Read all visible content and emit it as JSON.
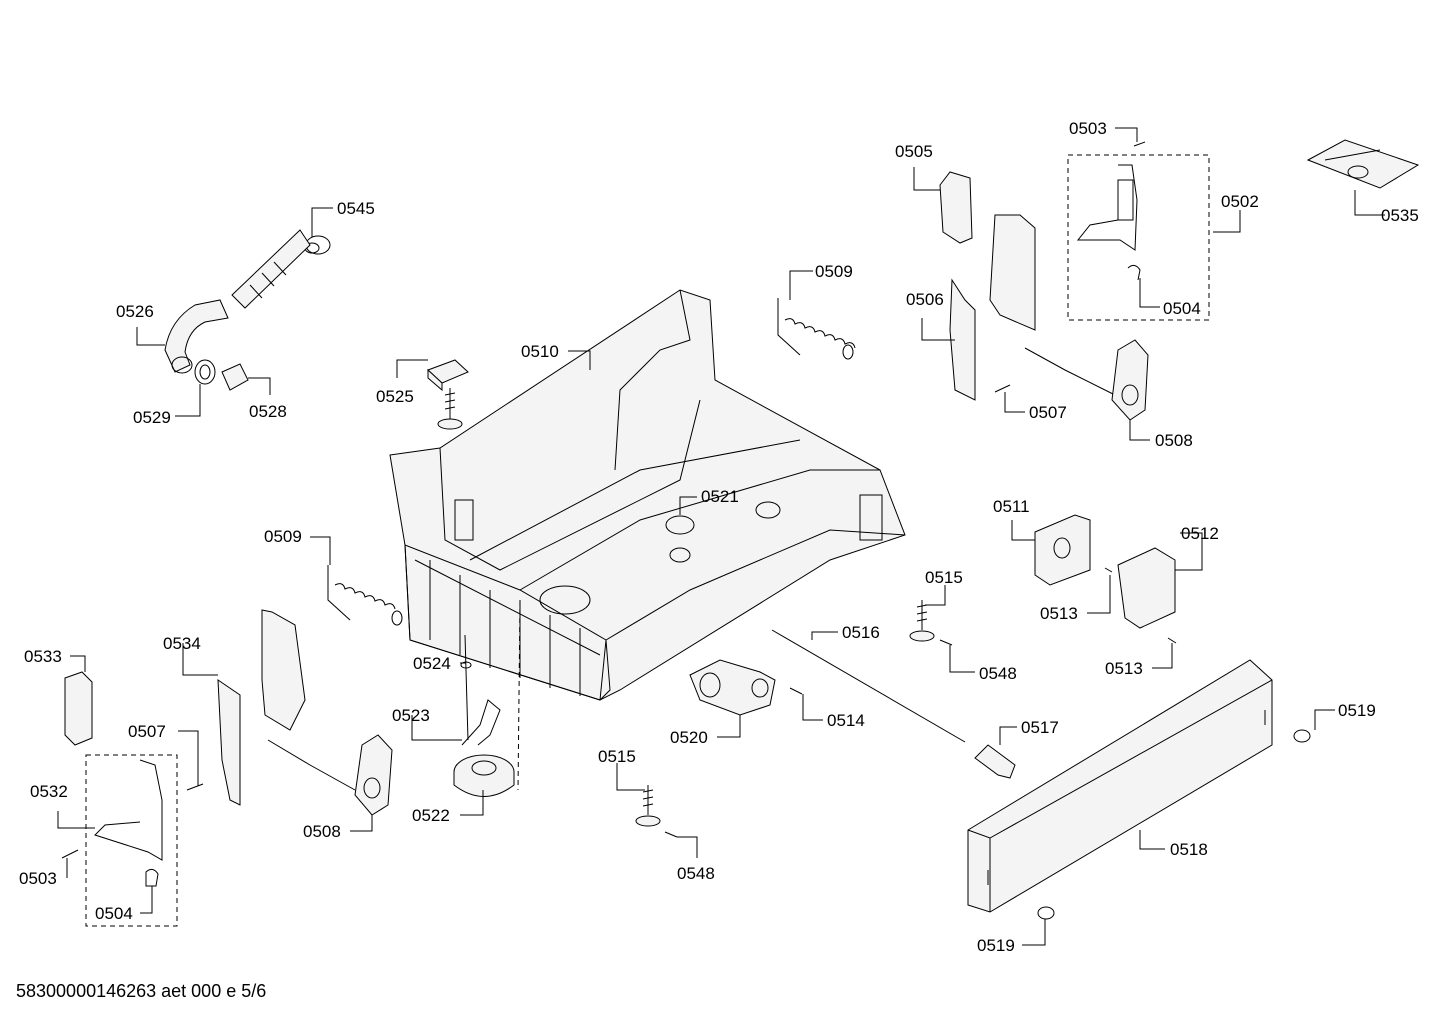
{
  "footer": "58300000146263 aet 000 e 5/6",
  "labels": {
    "p0503a": "0503",
    "p0505": "0505",
    "p0502": "0502",
    "p0535": "0535",
    "p0545": "0545",
    "p0526": "0526",
    "p0509a": "0509",
    "p0506": "0506",
    "p0504a": "0504",
    "p0510": "0510",
    "p0525": "0525",
    "p0529": "0529",
    "p0528": "0528",
    "p0507a": "0507",
    "p0508a": "0508",
    "p0521": "0521",
    "p0511": "0511",
    "p0512": "0512",
    "p0509b": "0509",
    "p0515a": "0515",
    "p0513a": "0513",
    "p0533": "0533",
    "p0534": "0534",
    "p0516": "0516",
    "p0548a": "0548",
    "p0513b": "0513",
    "p0524": "0524",
    "p0519a": "0519",
    "p0523": "0523",
    "p0514": "0514",
    "p0507b": "0507",
    "p0520": "0520",
    "p0517": "0517",
    "p0515b": "0515",
    "p0532": "0532",
    "p0508b": "0508",
    "p0522": "0522",
    "p0518": "0518",
    "p0503b": "0503",
    "p0548b": "0548",
    "p0504b": "0504",
    "p0519b": "0519"
  }
}
